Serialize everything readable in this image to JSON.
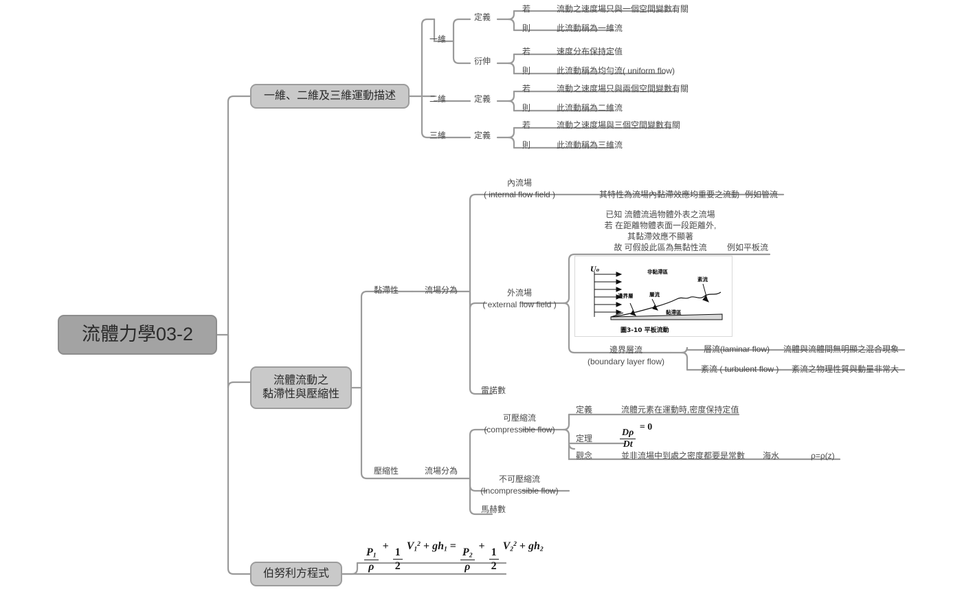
{
  "theme": {
    "root_fill": "#a3a3a3",
    "branch_fill": "#c9c9c9",
    "line_color": "#9a9a9a",
    "text_color": "#4a4a4a",
    "background": "#ffffff"
  },
  "root": {
    "label": "流體力學03-2"
  },
  "branches": {
    "dimensions": {
      "label": "一維、二維及三維運動描述"
    },
    "viscosity_compressibility": {
      "label": "流體流動之\n黏滯性與壓縮性"
    },
    "bernoulli": {
      "label": "伯努利方程式"
    }
  },
  "dimension_tree": {
    "one_d": {
      "label": "一維",
      "groups": [
        {
          "label": "定義",
          "rows": [
            {
              "key": "若",
              "text": "流動之速度場只與一個空間變數有關"
            },
            {
              "key": "則",
              "text": "此流動稱為一維流"
            }
          ]
        },
        {
          "label": "衍伸",
          "rows": [
            {
              "key": "若",
              "text": "速度分布保持定值"
            },
            {
              "key": "則",
              "text": "此流動稱為均勻流( uniform flow)"
            }
          ]
        }
      ]
    },
    "two_d": {
      "label": "二維",
      "groups": [
        {
          "label": "定義",
          "rows": [
            {
              "key": "若",
              "text": "流動之速度場只與兩個空間變數有關"
            },
            {
              "key": "則",
              "text": "此流動稱為二維流"
            }
          ]
        }
      ]
    },
    "three_d": {
      "label": "三維",
      "groups": [
        {
          "label": "定義",
          "rows": [
            {
              "key": "若",
              "text": "流動之速度場與三個空間變數有關"
            },
            {
              "key": "則",
              "text": "此流動稱為三維流"
            }
          ]
        }
      ]
    }
  },
  "viscosity": {
    "label": "黏滯性",
    "split_label": "流場分為",
    "internal": {
      "name_zh": "內流場",
      "name_en": "( internal flow field )",
      "description": "其特性為流場內黏滯效應均重要之流動",
      "example": "例如管流"
    },
    "external": {
      "name_zh": "外流場",
      "name_en": "( external flow field )",
      "note_lines": [
        "已知 流體流過物體外表之流場",
        "若 在距離物體表面一段距離外,",
        "其黏滯效應不顯著",
        "故 可假設此區為無黏性流"
      ],
      "example": "例如平板流",
      "figure": {
        "caption": "圖3-10  平板流動",
        "inlet_label": "U₀",
        "labels": [
          "非黏滯區",
          "邊界層",
          "層流",
          "紊流",
          "黏滯區"
        ]
      },
      "boundary_layer": {
        "name_zh": "邊界層流",
        "name_en": "(boundary layer flow)",
        "rows": [
          {
            "type": "層流(laminar flow)",
            "desc": "流體與流體間無明顯之混合現象"
          },
          {
            "type": "紊流 ( turbulent flow )",
            "desc": "紊流之物理性質與動量非常大"
          }
        ]
      }
    },
    "reynolds": "雷諾數"
  },
  "compressibility": {
    "label": "壓縮性",
    "split_label": "流場分為",
    "compressible": {
      "name_zh": "可壓縮流",
      "name_en": "(compressible flow)",
      "rows": [
        {
          "key": "定義",
          "text": "流體元素在運動時,密度保持定值"
        },
        {
          "key": "定理",
          "formula": "Dρ/Dt = 0"
        },
        {
          "key": "觀念",
          "text": "並非流場中到處之密度都要是常數",
          "extra": "海水",
          "extra2": "ρ=ρ(z)"
        }
      ]
    },
    "incompressible": {
      "name_zh": "不可壓縮流",
      "name_en": "(Incompressible flow)"
    },
    "mach": "馬赫數"
  },
  "bernoulli_formula": {
    "text": "P₁/ρ + ½V₁² + gh₁ = P₂/ρ + ½V₂² + gh₂"
  }
}
